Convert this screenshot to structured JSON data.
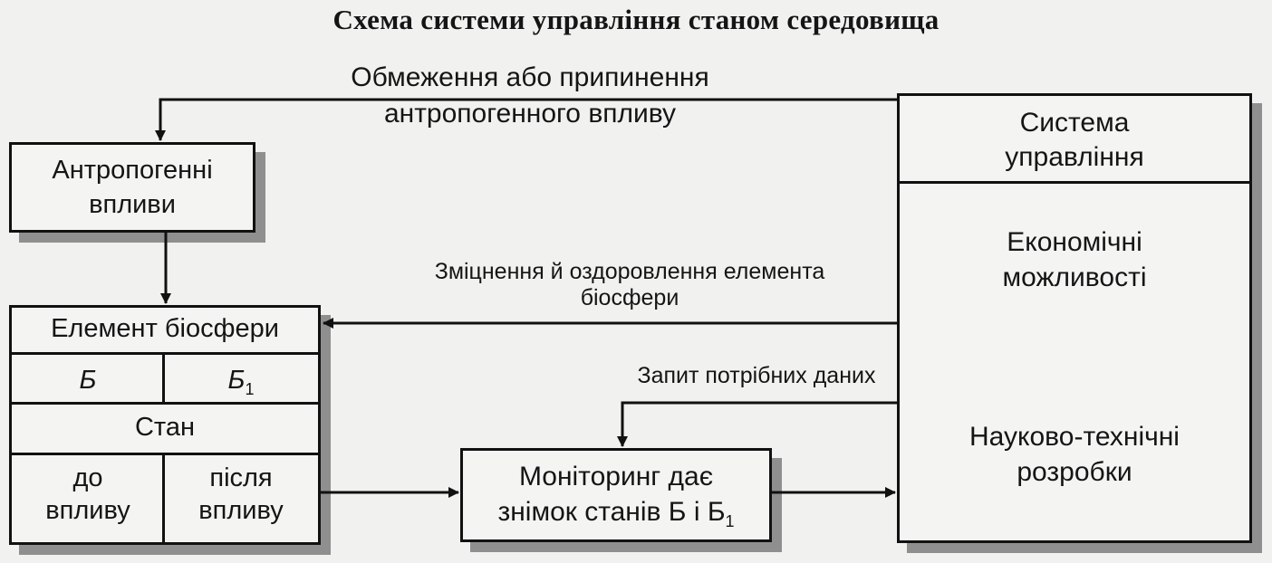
{
  "title": "Схема системи управління станом середовища",
  "labels": {
    "restriction_line1": "Обмеження або припинення",
    "restriction_line2": "антропогенного впливу",
    "strengthening_line1": "Зміцнення й оздоровлення елемента",
    "strengthening_line2": "біосфери",
    "data_request": "Запит потрібних даних"
  },
  "boxes": {
    "anthropogenic": {
      "line1": "Антропогенні",
      "line2": "впливи"
    },
    "biosphere": {
      "title": "Елемент біосфери",
      "b": "Б",
      "b1_main": "Б",
      "b1_sub": "1",
      "state": "Стан",
      "before_line1": "до",
      "before_line2": "впливу",
      "after_line1": "після",
      "after_line2": "впливу"
    },
    "monitoring": {
      "line1": "Моніторинг дає",
      "line2": "знімок станів Б і Б",
      "line2_sub": "1"
    },
    "management": {
      "header_line1": "Система",
      "header_line2": "управління",
      "economic_line1": "Економічні",
      "economic_line2": "можливості",
      "science_line1": "Науково-технічні",
      "science_line2": "розробки"
    }
  },
  "colors": {
    "ink": "#111111",
    "paper": "#f4f4f2",
    "shadow": "#8f8f8f"
  }
}
